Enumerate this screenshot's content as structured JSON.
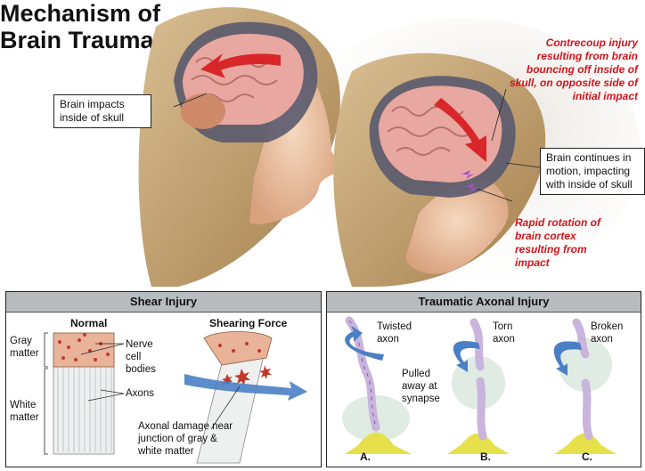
{
  "title_line1": "Mechanism of",
  "title_line2": "Brain Trauma",
  "callouts": {
    "impact": "Brain impacts inside of skull",
    "continues": "Brain continues in motion, impacting with inside of skull"
  },
  "red_notes": {
    "contrecoup": "Contrecoup injury resulting from brain bouncing off inside of skull, on opposite side of initial impact",
    "rotation": "Rapid rotation of brain cortex resulting from impact"
  },
  "shear": {
    "heading": "Shear Injury",
    "normal": "Normal",
    "shearing_force": "Shearing Force",
    "gray_matter": "Gray matter",
    "white_matter": "White matter",
    "nerve_cell_bodies": "Nerve cell bodies",
    "axons": "Axons",
    "axonal_damage": "Axonal damage near junction of gray & white matter"
  },
  "tai": {
    "heading": "Traumatic Axonal Injury",
    "twisted_axon": "Twisted axon",
    "pulled_away": "Pulled away at synapse",
    "torn_axon": "Torn axon",
    "broken_axon": "Broken axon",
    "label_a": "A.",
    "label_b": "B.",
    "label_c": "C."
  },
  "colors": {
    "arrow_red": "#d9262b",
    "highlight_red": "#d1151b",
    "panel_header": "#b9bcbf",
    "arrow_blue": "#4a7fc6",
    "synapse_yellow": "#e6e04a",
    "axon_purple": "#c9b4dc"
  }
}
